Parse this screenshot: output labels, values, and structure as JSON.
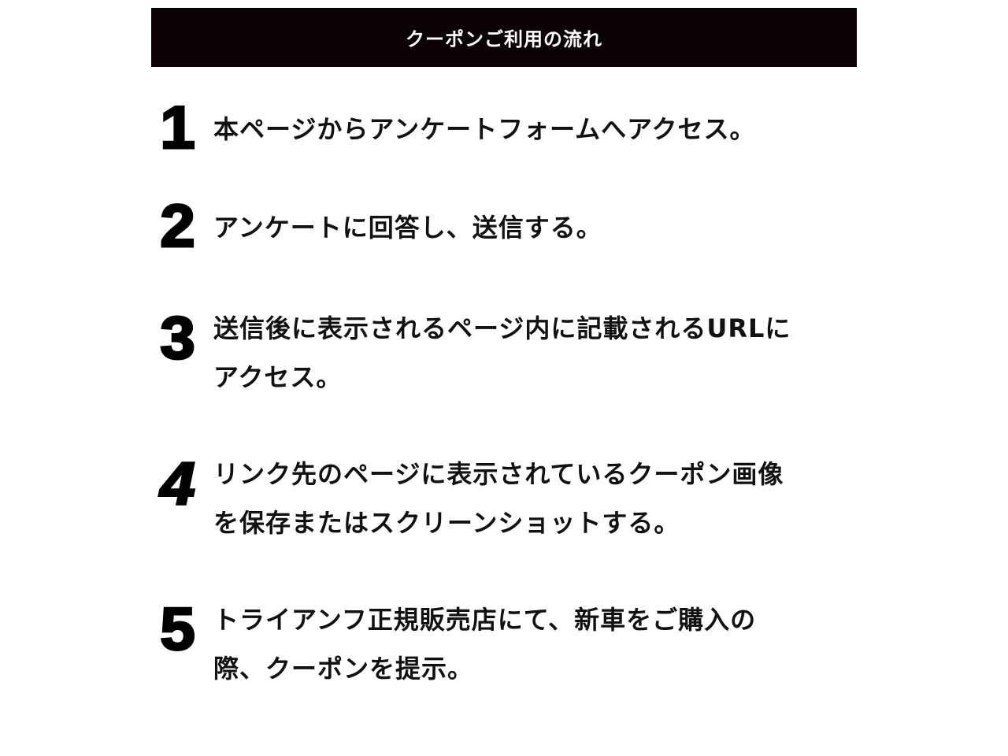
{
  "header": {
    "title": "クーポンご利用の流れ"
  },
  "steps": [
    {
      "number": "1",
      "lines": [
        "本ページからアンケートフォームへアクセス。"
      ]
    },
    {
      "number": "2",
      "lines": [
        "アンケートに回答し、送信する。"
      ]
    },
    {
      "number": "3",
      "lines": [
        "送信後に表示されるページ内に記載されるURLに",
        "アクセス。"
      ]
    },
    {
      "number": "4",
      "lines": [
        "リンク先のページに表示されているクーポン画像",
        "を保存またはスクリーンショットする。"
      ]
    },
    {
      "number": "5",
      "lines": [
        "トライアンフ正規販売店にて、新車をご購入の",
        "際、クーポンを提示。"
      ]
    }
  ],
  "colors": {
    "header_bg": "#0a0203",
    "header_text": "#ffffff",
    "body_text": "#111111"
  }
}
